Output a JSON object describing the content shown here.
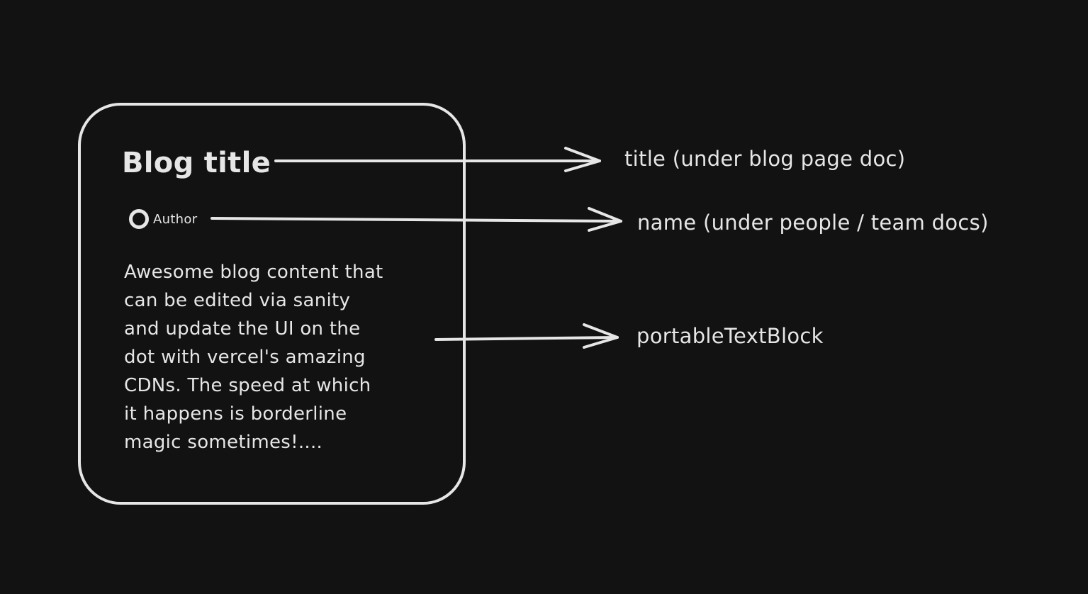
{
  "card": {
    "title": "Blog title",
    "author": "Author",
    "body_lines": [
      "Awesome blog content that",
      "can be edited via sanity",
      "and update the UI on the",
      "dot with vercel's amazing",
      "CDNs. The speed at which",
      "it happens is borderline",
      "magic sometimes!...."
    ]
  },
  "labels": {
    "title_field": "title (under blog page doc)",
    "name_field": "name (under people / team docs)",
    "body_field": "portableTextBlock"
  },
  "colors": {
    "background": "#121212",
    "stroke": "#e6e6e6"
  }
}
